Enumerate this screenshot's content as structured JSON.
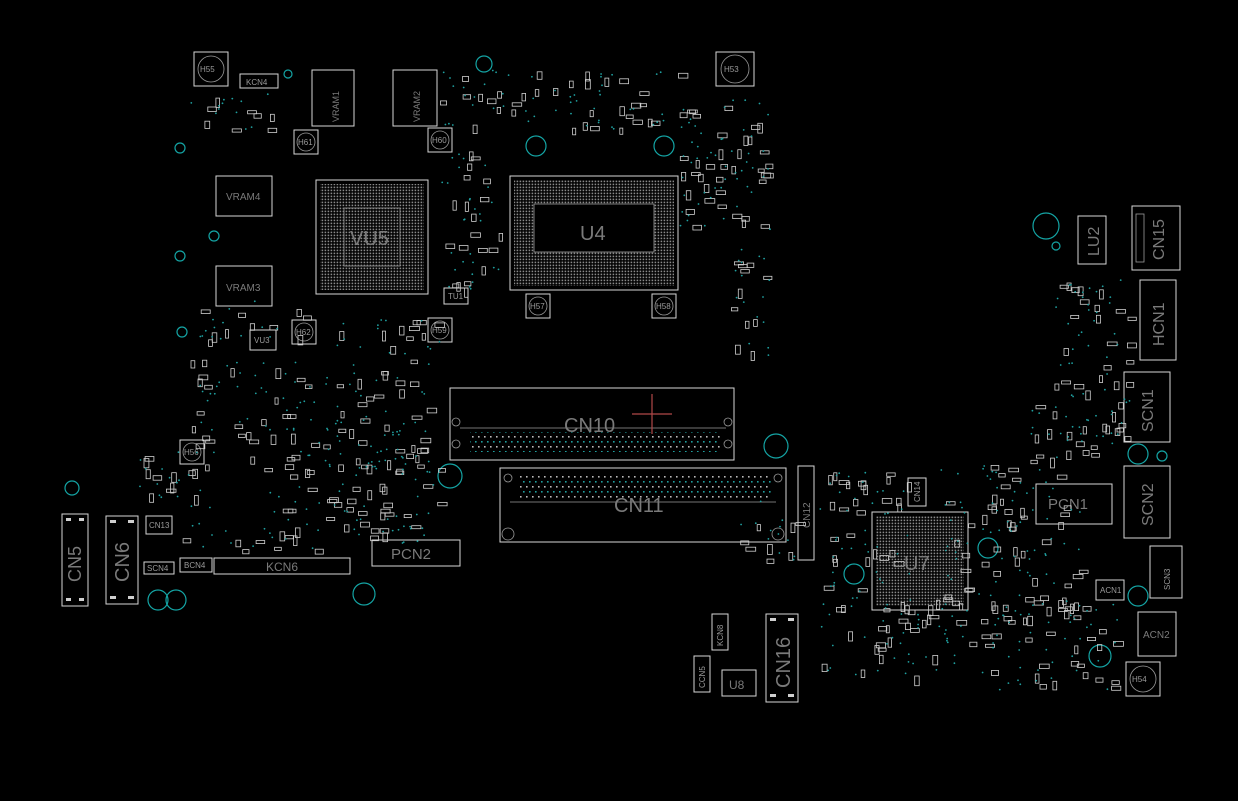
{
  "board": {
    "background": "#000000",
    "outline_color": "#d6d6d6",
    "hole_color": "#14a4a4",
    "cursor_color": "#b04848"
  },
  "labels": {
    "u4": "U4",
    "vu5": "VU5",
    "u7": "U7",
    "cn10": "CN10",
    "cn11": "CN11",
    "cn5": "CN5",
    "cn6": "CN6",
    "cn15": "CN15",
    "cn16": "CN16",
    "cn12": "CN12",
    "scn1": "SCN1",
    "scn2": "SCN2",
    "hcn1": "HCN1",
    "lu2": "LU2",
    "pcn1": "PCN1",
    "pcn2": "PCN2",
    "kcn6": "KCN6",
    "kcn4": "KCN4",
    "kcn8": "KCN8",
    "vram1": "VRAM1",
    "vram2": "VRAM2",
    "vram3": "VRAM3",
    "vram4": "VRAM4",
    "h53": "H53",
    "h54": "H54",
    "h55": "H55",
    "h56": "H56",
    "h57": "H57",
    "h58": "H58",
    "h59": "H59",
    "h60": "H60",
    "h61": "H61",
    "h62": "H62",
    "u8": "U8",
    "tu1": "TU1",
    "vu3": "VU3",
    "acn1": "ACN1",
    "acn2": "ACN2",
    "scn4": "SCN4",
    "bcn4": "BCN4",
    "cn13": "CN13",
    "ccn5": "CCN5",
    "scn3": "SCN3",
    "cn14": "CN14"
  }
}
